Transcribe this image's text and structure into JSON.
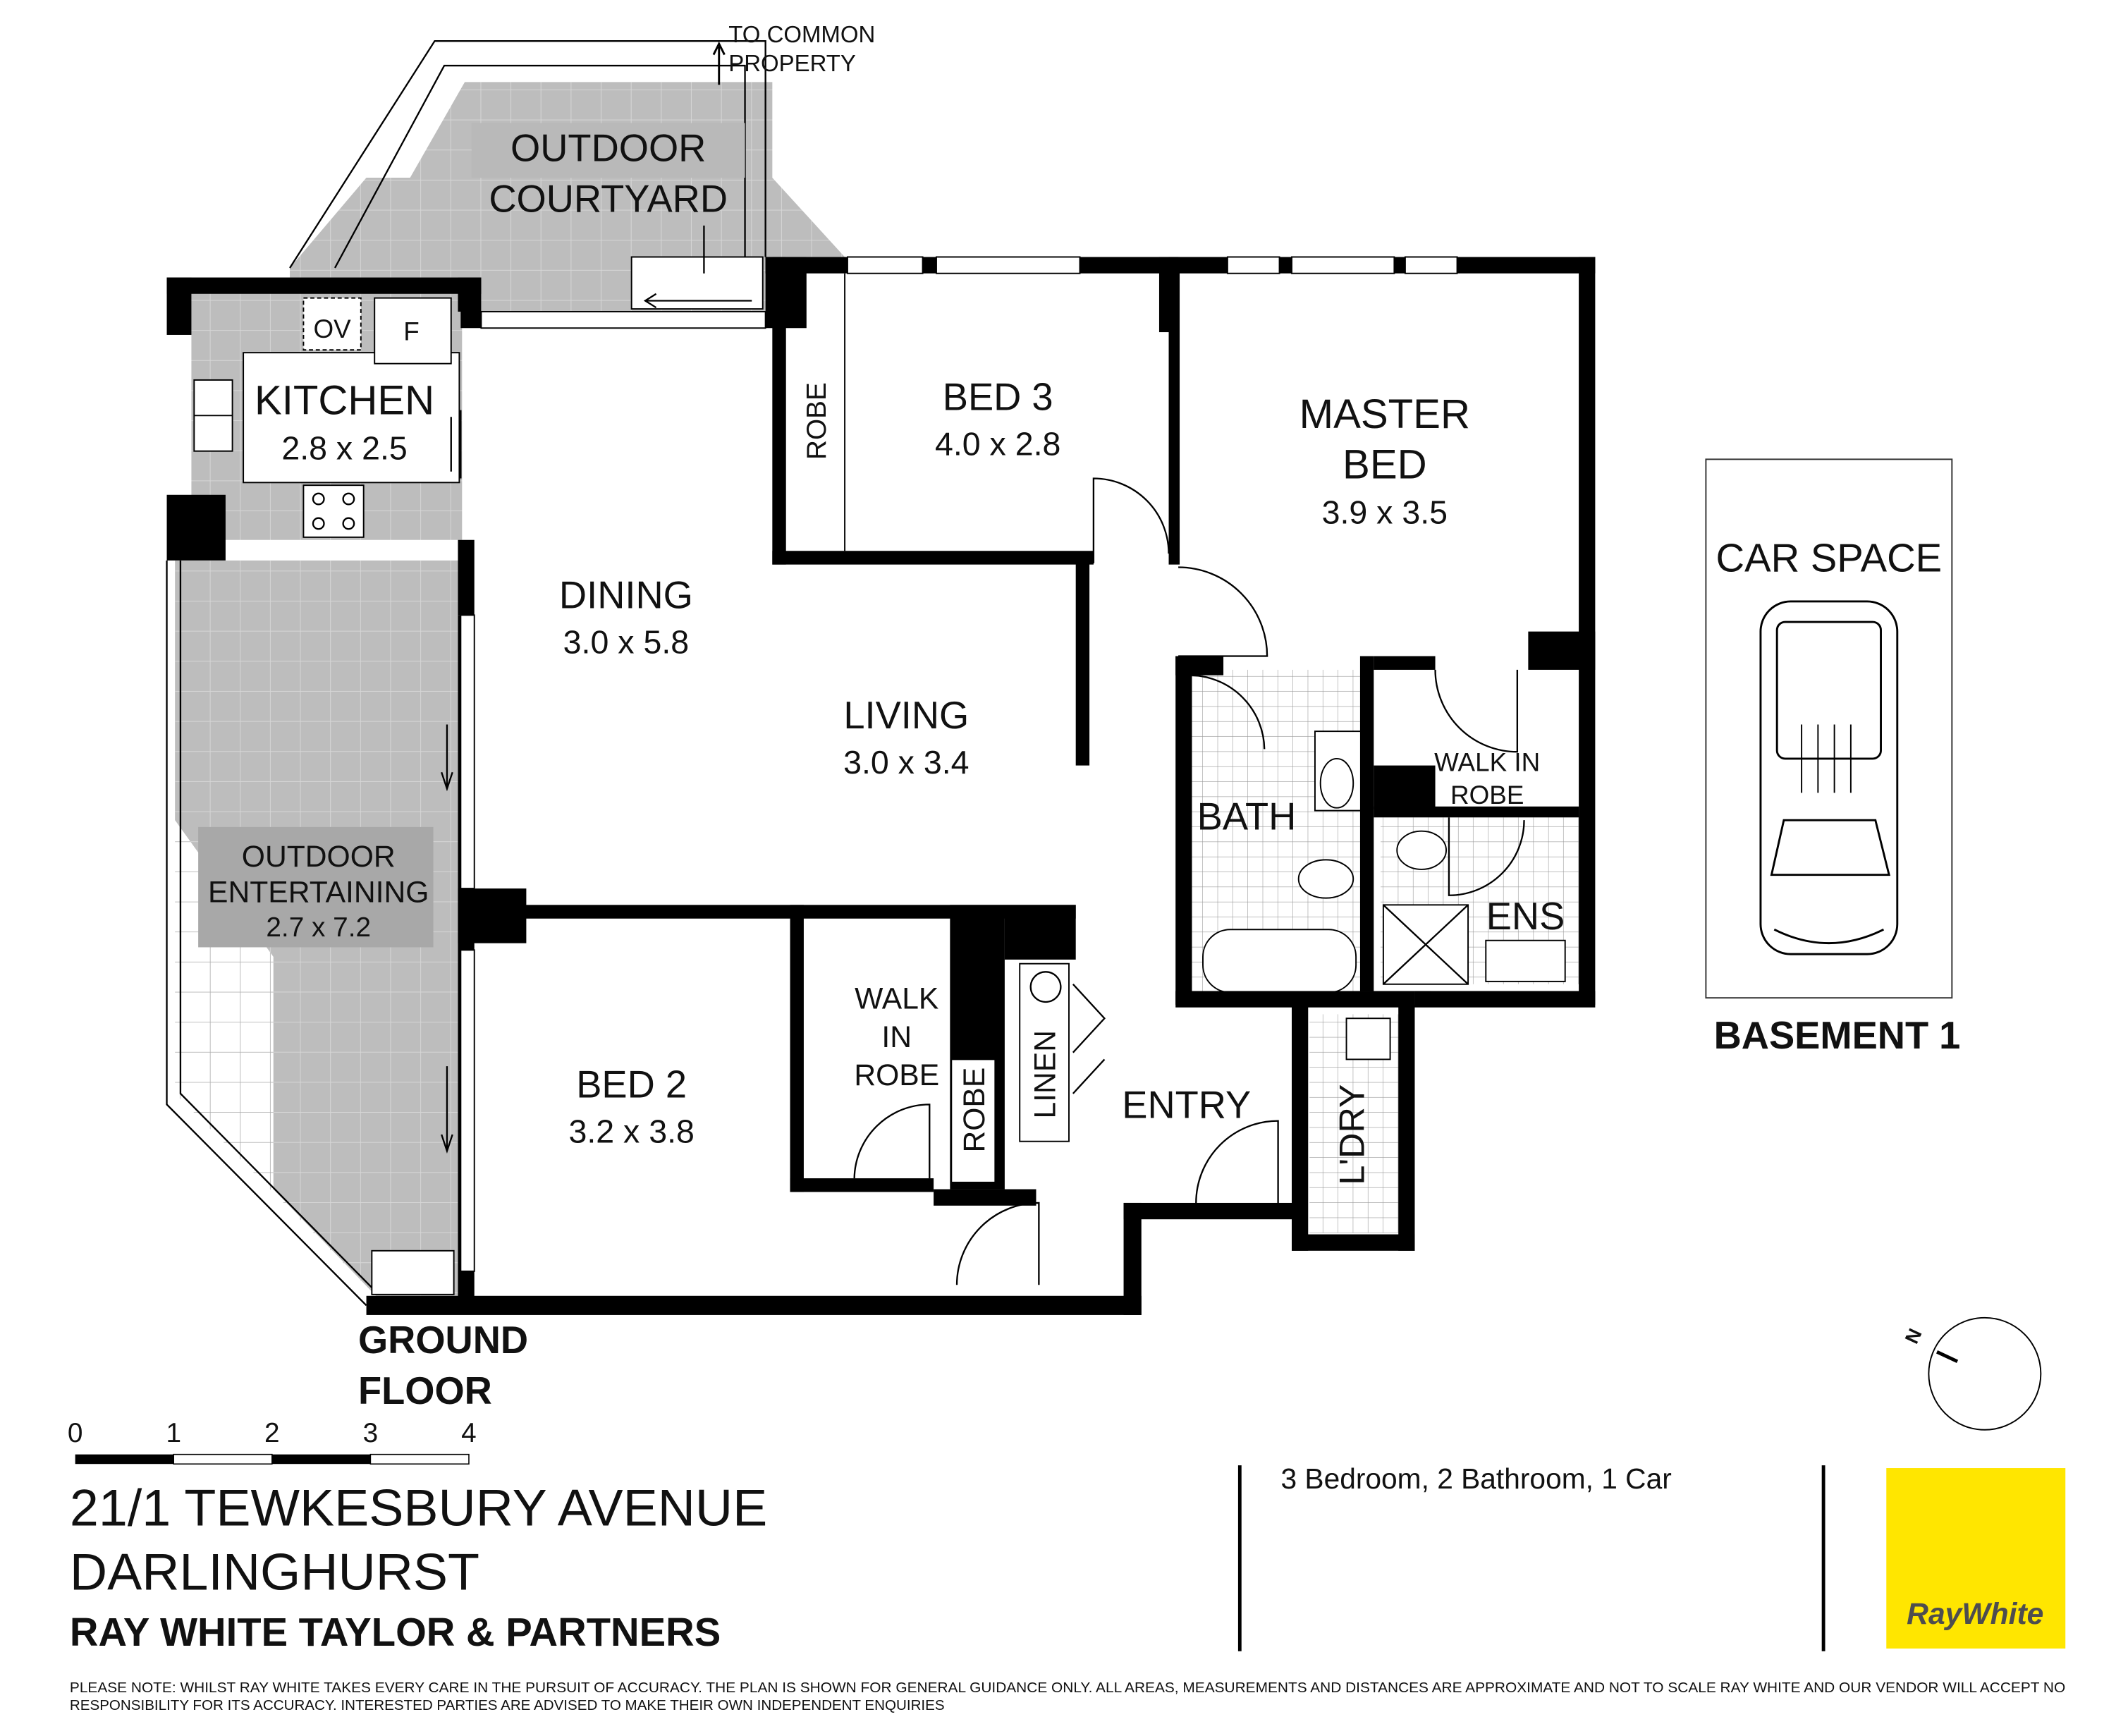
{
  "rooms": {
    "courtyard": [
      "OUTDOOR",
      "COURTYARD"
    ],
    "common": [
      "TO COMMON",
      "PROPERTY"
    ],
    "kitchen": {
      "name": "KITCHEN",
      "size": "2.8 x 2.5",
      "ov": "OV",
      "f": "F"
    },
    "bed3": {
      "name": "BED 3",
      "size": "4.0 x 2.8",
      "robe": "ROBE"
    },
    "master": {
      "name1": "MASTER",
      "name2": "BED",
      "size": "3.9 x 3.5"
    },
    "dining": {
      "name": "DINING",
      "size": "3.0 x 5.8"
    },
    "living": {
      "name": "LIVING",
      "size": "3.0 x 3.4"
    },
    "entertaining": {
      "name1": "OUTDOOR",
      "name2": "ENTERTAINING",
      "size": "2.7 x 7.2"
    },
    "bath": "BATH",
    "wir_master": [
      "WALK IN",
      "ROBE"
    ],
    "ens": "ENS",
    "bed2": {
      "name": "BED 2",
      "size": "3.2 x 3.8",
      "wir": [
        "WALK",
        "IN",
        "ROBE"
      ],
      "robe": "ROBE"
    },
    "linen": "LINEN",
    "entry": "ENTRY",
    "laundry": "L'DRY"
  },
  "car_space": "CAR SPACE",
  "basement": "BASEMENT 1",
  "ground_floor": [
    "GROUND",
    "FLOOR"
  ],
  "scale_ticks": [
    "0",
    "1",
    "2",
    "3",
    "4"
  ],
  "compass": "N",
  "address": {
    "line1": "21/1 TEWKESBURY AVENUE",
    "line2": "DARLINGHURST"
  },
  "agency": "RAY WHITE TAYLOR & PARTNERS",
  "summary": "3 Bedroom, 2 Bathroom, 1 Car",
  "logo": {
    "text": "RayWhite",
    "color": "#FFE600",
    "text_color": "#4d4d4f"
  },
  "disclaimer": [
    "PLEASE NOTE: WHILST RAY WHITE TAKES EVERY CARE IN THE PURSUIT OF ACCURACY. THE PLAN IS SHOWN FOR GENERAL GUIDANCE ONLY. ALL AREAS, MEASUREMENTS AND DISTANCES ARE APPROXIMATE AND NOT TO SCALE RAY WHITE AND OUR VENDOR WILL ACCEPT NO",
    "RESPONSIBILITY FOR ITS ACCURACY. INTERESTED PARTIES ARE ADVISED TO MAKE THEIR OWN INDEPENDENT ENQUIRIES"
  ]
}
